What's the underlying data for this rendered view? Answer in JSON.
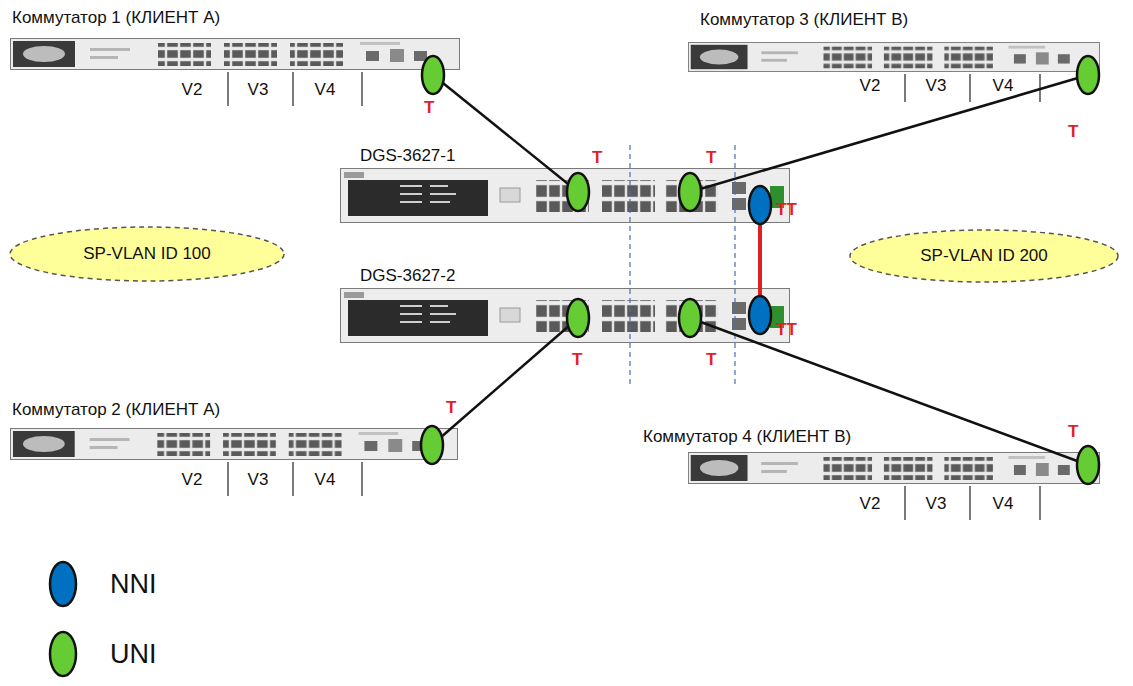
{
  "diagram": {
    "nodes": [
      {
        "text": [
          "Коммутатор 1 (КЛИЕНТ А)",
          "V2",
          "V3",
          "V4"
        ]
      },
      {
        "text": [
          "Коммутатор 3 (КЛИЕНТ В)",
          "V2",
          "V3",
          "V4"
        ]
      },
      {
        "text": [
          "DGS-3627-1"
        ]
      },
      {
        "text": [
          "SP-VLAN ID 100"
        ]
      },
      {
        "text": [
          "SP-VLAN ID 200"
        ]
      },
      {
        "text": [
          "DGS-3627-2"
        ]
      },
      {
        "text": [
          "Коммутатор 2 (КЛИЕНТ А)",
          "V2",
          "V3",
          "V4"
        ]
      },
      {
        "text": [
          "Коммутатор 4 (КЛИЕНТ В)",
          "V2",
          "V3",
          "V4"
        ]
      }
    ],
    "edges": [
      {
        "from": 0,
        "to": 2,
        "arrow": "none"
      },
      {
        "from": 1,
        "to": 2,
        "arrow": "none"
      },
      {
        "from": 2,
        "to": 5,
        "arrow": "none"
      },
      {
        "from": 5,
        "to": 6,
        "arrow": "none"
      },
      {
        "from": 5,
        "to": 7,
        "arrow": "none"
      }
    ],
    "labels": [
      "T",
      "T",
      "T",
      "T",
      "TT",
      "TT",
      "T",
      "T",
      "T",
      "T"
    ],
    "legend": [
      {
        "text": "NNI",
        "color": "#0070c0"
      },
      {
        "text": "UNI",
        "color": "#66cc33"
      }
    ]
  }
}
